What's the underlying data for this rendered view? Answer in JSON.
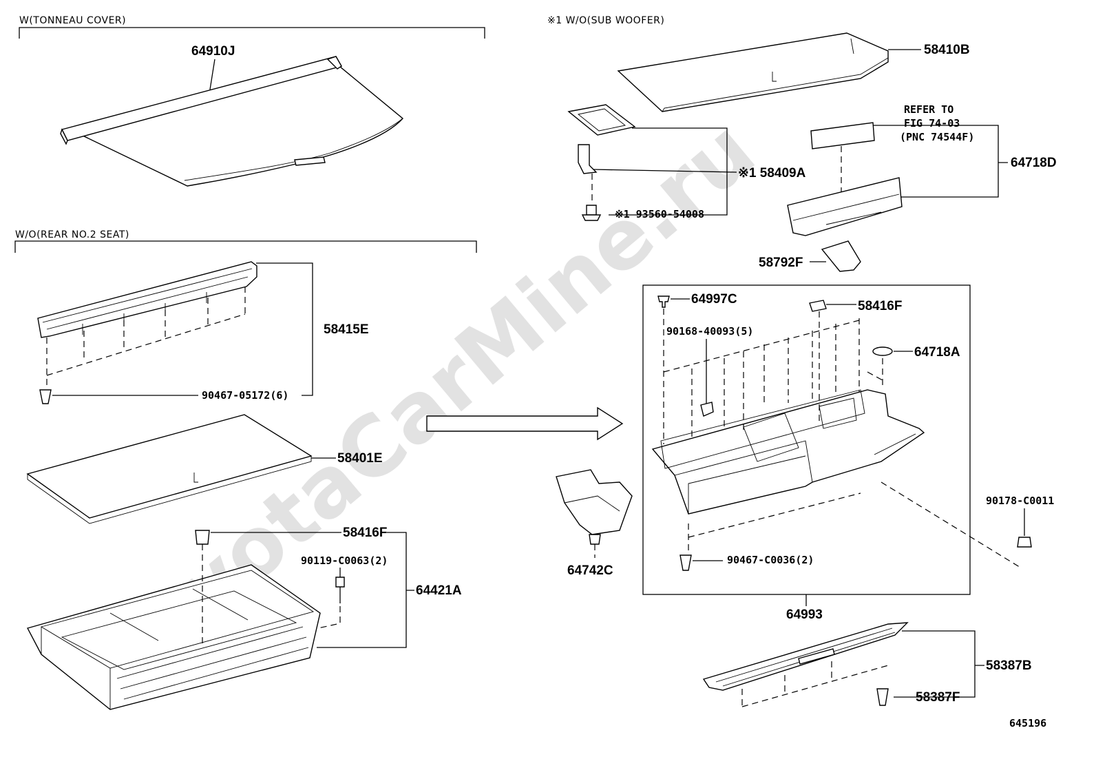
{
  "figure_id": "645196",
  "watermark": "ToyotaCarMine.ru",
  "sections": {
    "tonneau": "W(TONNEAU COVER)",
    "rear_seat": "W/O(REAR NO.2 SEAT)",
    "subwoofer": "※1 W/O(SUB WOOFER)"
  },
  "reference_note": [
    "REFER TO",
    "FIG 74-03",
    "(PNC 74544F)"
  ],
  "part_numbers": {
    "p64910J": "64910J",
    "p58415E": "58415E",
    "p90467_05172": "90467-05172(6)",
    "p58401E": "58401E",
    "p58416F_left": "58416F",
    "p90119_C0063": "90119-C0063(2)",
    "p64421A": "64421A",
    "p58410B": "58410B",
    "p58409A": "※1 58409A",
    "p93560_54008": "※1 93560-54008",
    "p64718D": "64718D",
    "p58792F": "58792F",
    "p64997C": "64997C",
    "p58416F_right": "58416F",
    "p90168_40093": "90168-40093(5)",
    "p64718A": "64718A",
    "p90178_C0011": "90178-C0011",
    "p64742C": "64742C",
    "p90467_C0036": "90467-C0036(2)",
    "p64993": "64993",
    "p58387B": "58387B",
    "p58387F": "58387F"
  }
}
